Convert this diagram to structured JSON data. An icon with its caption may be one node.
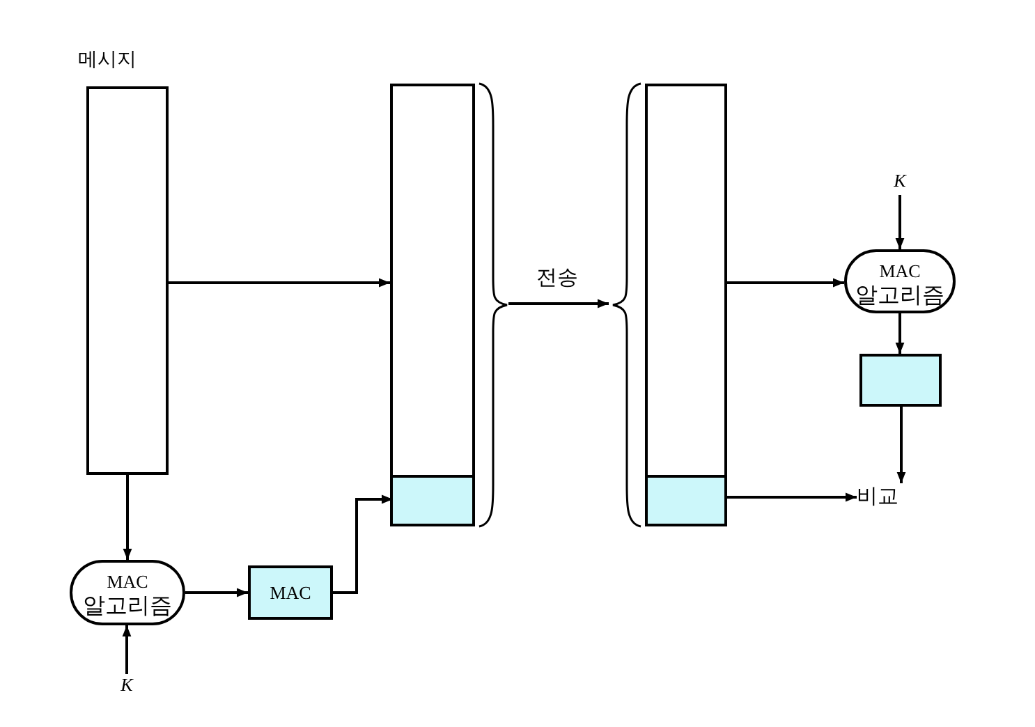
{
  "diagram": {
    "nodes": [
      {
        "text": [
          "메시지"
        ]
      },
      {
        "text": [
          "MAC 알고리즘"
        ]
      },
      {
        "text": [
          "K"
        ]
      },
      {
        "text": [
          "MAC"
        ]
      },
      {
        "text": [],
        "shape": "box"
      },
      {
        "text": [],
        "shape": "box",
        "in": 4
      },
      {
        "text": [],
        "shape": "box"
      },
      {
        "text": [],
        "shape": "box",
        "in": 6
      },
      {
        "text": [
          "K"
        ]
      },
      {
        "text": [
          "MAC 알고리즘"
        ]
      },
      {
        "text": [],
        "shape": "box"
      },
      {
        "text": [
          "비교"
        ]
      }
    ],
    "edges": [
      {
        "from": 0,
        "to": 1,
        "arrow": "to"
      },
      {
        "from": 2,
        "to": 1,
        "arrow": "to"
      },
      {
        "from": 1,
        "to": 3,
        "arrow": "to"
      },
      {
        "from": 3,
        "to": 5,
        "arrow": "to"
      },
      {
        "from": 0,
        "to": 4,
        "arrow": "to"
      },
      {
        "from": 4,
        "to": 6,
        "arrow": "to",
        "label": "전송"
      },
      {
        "from": 6,
        "to": 9,
        "arrow": "to"
      },
      {
        "from": 8,
        "to": 9,
        "arrow": "to"
      },
      {
        "from": 9,
        "to": 10,
        "arrow": "to"
      },
      {
        "from": 10,
        "to": 11,
        "arrow": "to"
      },
      {
        "from": 7,
        "to": 11,
        "arrow": "to"
      }
    ]
  }
}
